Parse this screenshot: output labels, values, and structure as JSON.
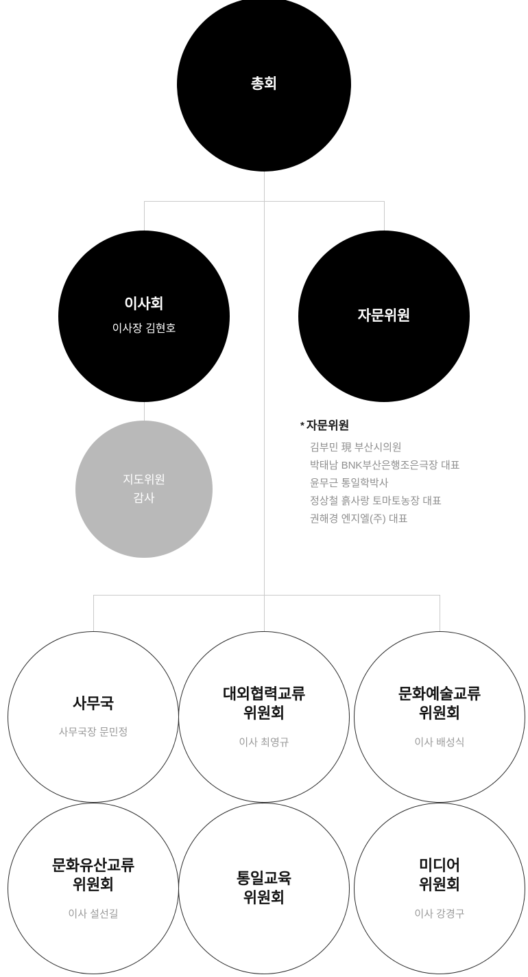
{
  "chart": {
    "type": "org-chart",
    "nodes": {
      "assembly": {
        "title": "총회",
        "subtitle": ""
      },
      "board": {
        "title": "이사회",
        "subtitle": "이사장 김현호"
      },
      "advisor": {
        "title": "자문위원",
        "subtitle": ""
      },
      "supervisor": {
        "title": "지도위원",
        "subtitle": "감사"
      },
      "secretariat": {
        "title": "사무국",
        "subtitle": "사무국장 문민정"
      },
      "external": {
        "title": "대외협력교류\n위원회",
        "subtitle": "이사 최영규"
      },
      "culture_arts": {
        "title": "문화예술교류\n위원회",
        "subtitle": "이사 배성식"
      },
      "heritage": {
        "title": "문화유산교류\n위원회",
        "subtitle": "이사 설선길"
      },
      "unification_edu": {
        "title": "통일교육\n위원회",
        "subtitle": ""
      },
      "media": {
        "title": "미디어\n위원회",
        "subtitle": "이사 강경구"
      }
    },
    "advisory_note": {
      "star": "*",
      "heading": "자문위원",
      "members": [
        "김부민 現 부산시의원",
        "박태남 BNK부산은행조은극장 대표",
        "윤무근 통일학박사",
        "정상철 흙사랑 토마토농장 대표",
        "권해경 엔지엘(주) 대표"
      ]
    },
    "colors": {
      "dark_node": "#000000",
      "gray_node": "#b9b9b9",
      "outline_node_border": "#2a2a2a",
      "connector": "#c9c9c9",
      "subtitle_gray": "#9a9a9a",
      "note_text": "#8e8e8e",
      "background": "#ffffff"
    }
  }
}
